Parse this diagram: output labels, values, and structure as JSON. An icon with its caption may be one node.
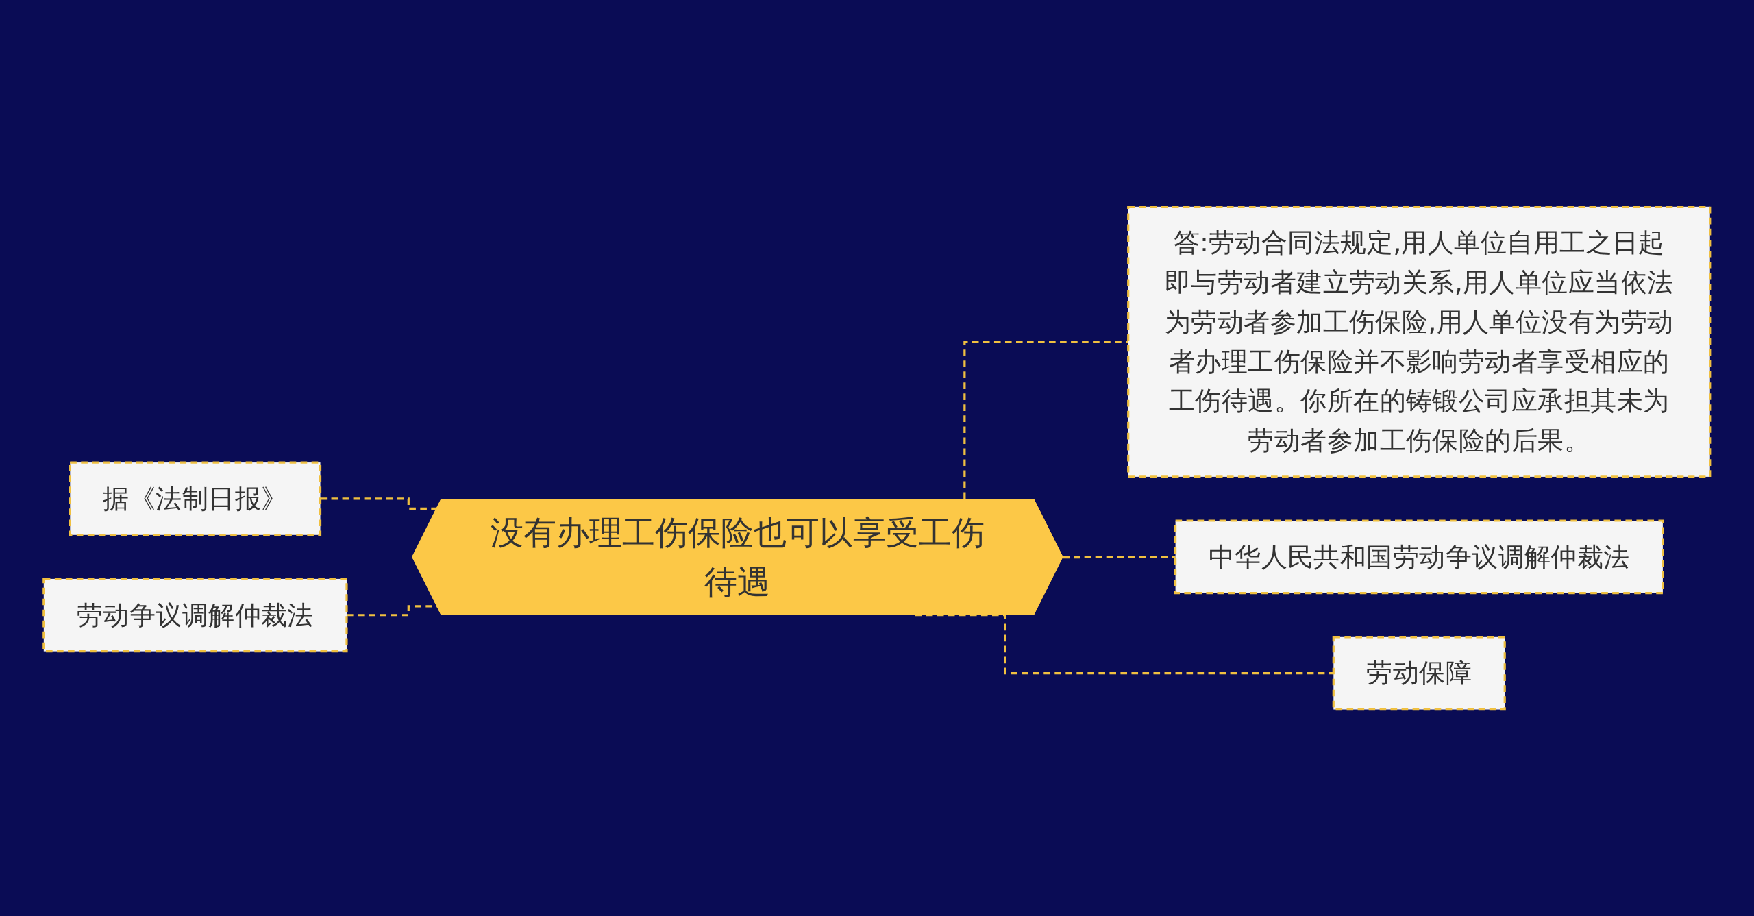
{
  "diagram": {
    "nodes": [
      {
        "text": [
          "没有办理工伤保险也可以享受工伤待遇"
        ]
      },
      {
        "text": [
          "据《法制日报》"
        ]
      },
      {
        "text": [
          "劳动争议调解仲裁法"
        ]
      },
      {
        "text": [
          "答:劳动合同法规定,用人单位自用工之日起即与劳动者建立劳动关系,用人单位应当依法为劳动者参加工伤保险,用人单位没有为劳动者办理工伤保险并不影响劳动者享受相应的工伤待遇。你所在的铸锻公司应承担其未为劳动者参加工伤保险的后果。"
        ]
      },
      {
        "text": [
          "中华人民共和国劳动争议调解仲裁法"
        ]
      },
      {
        "text": [
          "劳动保障"
        ]
      }
    ],
    "edges": [
      {
        "from": 1,
        "to": 0,
        "arrow": "none",
        "style": "dashed"
      },
      {
        "from": 2,
        "to": 0,
        "arrow": "none",
        "style": "dashed"
      },
      {
        "from": 0,
        "to": 3,
        "arrow": "none",
        "style": "dashed"
      },
      {
        "from": 0,
        "to": 4,
        "arrow": "none",
        "style": "dashed"
      },
      {
        "from": 0,
        "to": 5,
        "arrow": "none",
        "style": "dashed"
      }
    ]
  }
}
